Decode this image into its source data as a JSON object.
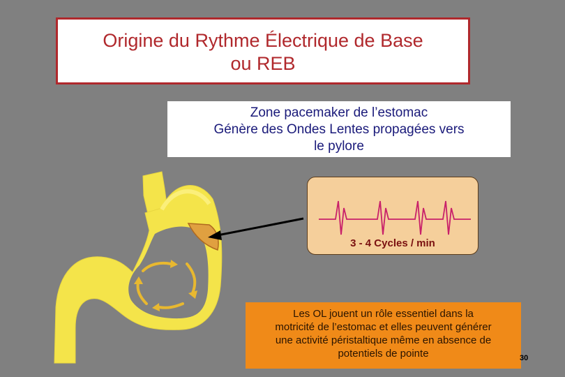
{
  "title": {
    "line1": "Origine du Rythme Électrique de Base",
    "line2": "ou REB"
  },
  "zone": {
    "line1": "Zone pacemaker de l’estomac",
    "line2": "Génère des Ondes Lentes propagées vers",
    "line3": "le pylore"
  },
  "ecg": {
    "label": "3 - 4  Cycles / min"
  },
  "note": {
    "line1": "Les OL jouent un rôle essentiel dans la",
    "line2": "motricité de l’estomac et elles peuvent générer",
    "line3": "une activité péristaltique même en absence de",
    "line4": "potentiels de pointe"
  },
  "page_number": "30",
  "colors": {
    "background": "#808080",
    "title_text": "#b0282c",
    "stomach": "#f4e44a",
    "pacemaker": "#e0a040",
    "ecg_trace": "#c8206a",
    "note_background": "#f08a18"
  }
}
